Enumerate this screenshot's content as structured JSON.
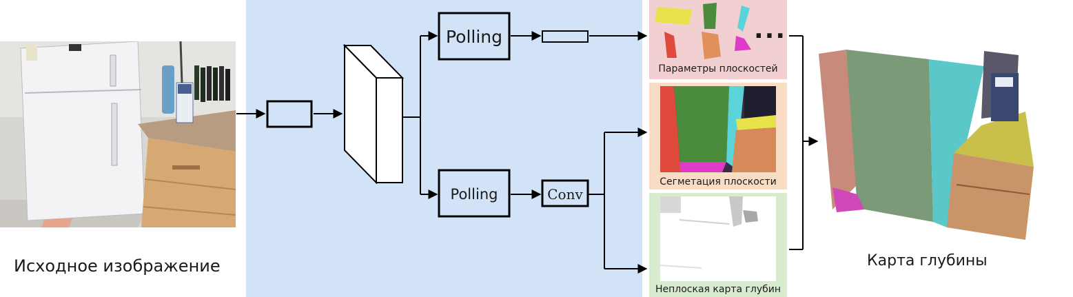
{
  "input": {
    "caption": "Исходное изображение"
  },
  "network": {
    "pool_top_label": "Polling",
    "pool_bottom_label": "Polling",
    "conv_label": "Conv"
  },
  "outputs": {
    "plane_params_label": "Параметры плоскостей",
    "plane_params_ellipsis": "...",
    "segmentation_label": "Сегметация плоскости",
    "nonplanar_depth_label": "Неплоская карта глубин"
  },
  "result": {
    "caption": "Карта глубины"
  },
  "colors": {
    "network_bg": "#d3e3f7",
    "plane_params_bg": "#f2d0d2",
    "segmentation_bg": "#f8dcc4",
    "depth_bg": "#d9ebcf"
  }
}
